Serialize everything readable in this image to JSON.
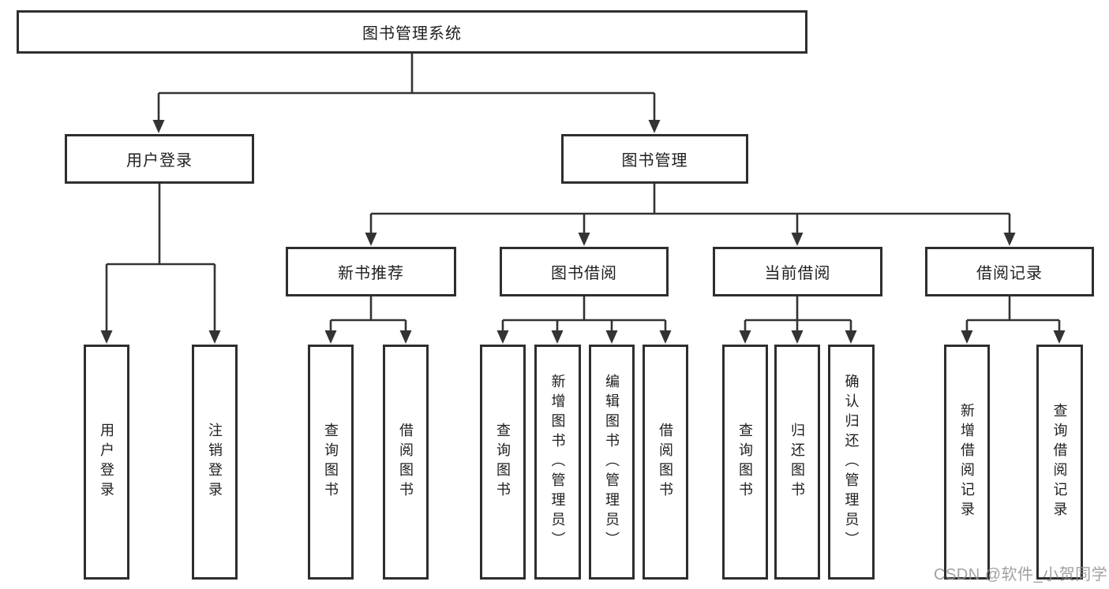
{
  "tree": {
    "label": "图书管理系统",
    "children": [
      {
        "label": "用户登录",
        "children": [
          {
            "label": "用户登录"
          },
          {
            "label": "注销登录"
          }
        ]
      },
      {
        "label": "图书管理",
        "children": [
          {
            "label": "新书推荐",
            "children": [
              {
                "label": "查询图书"
              },
              {
                "label": "借阅图书"
              }
            ]
          },
          {
            "label": "图书借阅",
            "children": [
              {
                "label": "查询图书"
              },
              {
                "label": "新增图书（管理员）"
              },
              {
                "label": "编辑图书（管理员）"
              },
              {
                "label": "借阅图书"
              }
            ]
          },
          {
            "label": "当前借阅",
            "children": [
              {
                "label": "查询图书"
              },
              {
                "label": "归还图书"
              },
              {
                "label": "确认归还（管理员）"
              }
            ]
          },
          {
            "label": "借阅记录",
            "children": [
              {
                "label": "新增借阅记录"
              },
              {
                "label": "查询借阅记录"
              }
            ]
          }
        ]
      }
    ]
  },
  "watermark": {
    "text": "CSDN @软件_小贺同学"
  },
  "colors": {
    "box_border": "#2e2e2e",
    "connector_line": "#333333",
    "text": "#1f1f1f",
    "watermark": "#919191",
    "background": "#ffffff"
  }
}
